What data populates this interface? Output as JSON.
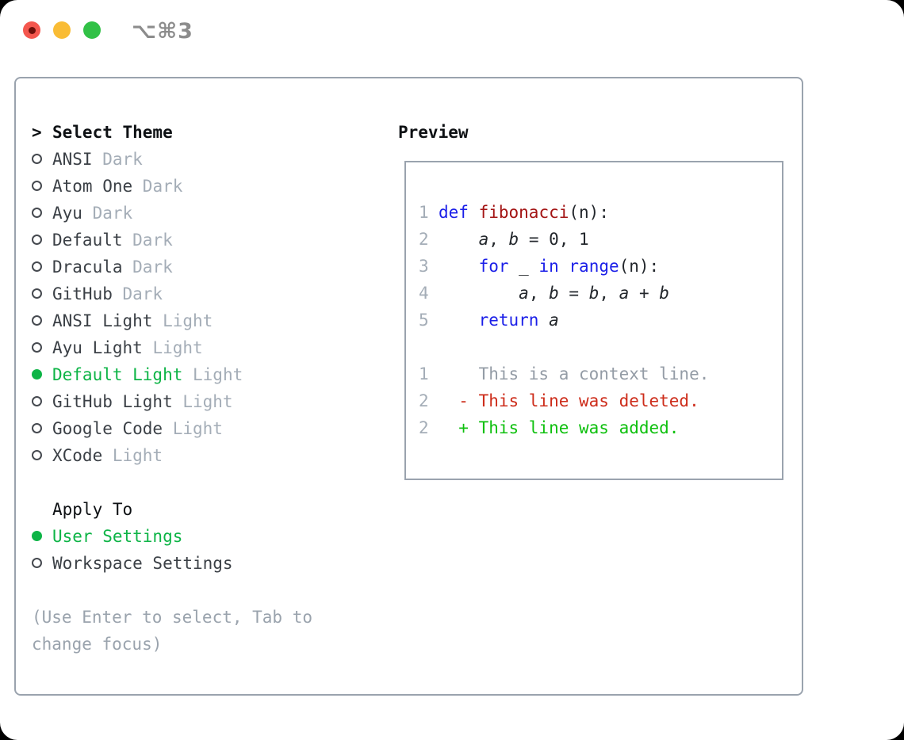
{
  "window": {
    "shortcut_label": "⌥⌘3",
    "traffic_lights": [
      "close",
      "minimize",
      "zoom"
    ]
  },
  "theme_panel": {
    "title_marker": ">",
    "title": "Select Theme",
    "items": [
      {
        "label": "ANSI",
        "variant": "Dark",
        "selected": false
      },
      {
        "label": "Atom One",
        "variant": "Dark",
        "selected": false
      },
      {
        "label": "Ayu",
        "variant": "Dark",
        "selected": false
      },
      {
        "label": "Default",
        "variant": "Dark",
        "selected": false
      },
      {
        "label": "Dracula",
        "variant": "Dark",
        "selected": false
      },
      {
        "label": "GitHub",
        "variant": "Dark",
        "selected": false
      },
      {
        "label": "ANSI Light",
        "variant": "Light",
        "selected": false
      },
      {
        "label": "Ayu Light",
        "variant": "Light",
        "selected": false
      },
      {
        "label": "Default Light",
        "variant": "Light",
        "selected": true
      },
      {
        "label": "GitHub Light",
        "variant": "Light",
        "selected": false
      },
      {
        "label": "Google Code",
        "variant": "Light",
        "selected": false
      },
      {
        "label": "XCode",
        "variant": "Light",
        "selected": false
      }
    ],
    "apply_to": {
      "title": "Apply To",
      "options": [
        {
          "label": "User Settings",
          "selected": true
        },
        {
          "label": "Workspace Settings",
          "selected": false
        }
      ]
    },
    "hint_lines": [
      "(Use Enter to select, Tab to",
      "change focus)"
    ]
  },
  "preview_panel": {
    "title": "Preview",
    "lines": [
      {
        "name": "code-line",
        "num": "1",
        "segments": [
          {
            "style": "keyword",
            "text": "def"
          },
          {
            "style": "plain",
            "text": " "
          },
          {
            "style": "function",
            "text": "fibonacci"
          },
          {
            "style": "plain",
            "text": "(n):"
          }
        ]
      },
      {
        "name": "code-line",
        "num": "2",
        "segments": [
          {
            "style": "plain",
            "text": "    "
          },
          {
            "style": "variable",
            "text": "a"
          },
          {
            "style": "plain",
            "text": ", "
          },
          {
            "style": "variable",
            "text": "b"
          },
          {
            "style": "plain",
            "text": " = 0, 1"
          }
        ]
      },
      {
        "name": "code-line",
        "num": "3",
        "segments": [
          {
            "style": "plain",
            "text": "    "
          },
          {
            "style": "keyword",
            "text": "for"
          },
          {
            "style": "plain",
            "text": " _ "
          },
          {
            "style": "keyword",
            "text": "in"
          },
          {
            "style": "plain",
            "text": " "
          },
          {
            "style": "keyword",
            "text": "range"
          },
          {
            "style": "plain",
            "text": "(n):"
          }
        ]
      },
      {
        "name": "code-line",
        "num": "4",
        "segments": [
          {
            "style": "plain",
            "text": "        "
          },
          {
            "style": "variable",
            "text": "a"
          },
          {
            "style": "plain",
            "text": ", "
          },
          {
            "style": "variable",
            "text": "b"
          },
          {
            "style": "plain",
            "text": " = "
          },
          {
            "style": "variable",
            "text": "b"
          },
          {
            "style": "plain",
            "text": ", "
          },
          {
            "style": "variable",
            "text": "a"
          },
          {
            "style": "plain",
            "text": " + "
          },
          {
            "style": "variable",
            "text": "b"
          }
        ]
      },
      {
        "name": "code-line",
        "num": "5",
        "segments": [
          {
            "style": "plain",
            "text": "    "
          },
          {
            "style": "keyword",
            "text": "return"
          },
          {
            "style": "plain",
            "text": " "
          },
          {
            "style": "variable",
            "text": "a"
          }
        ]
      },
      {
        "name": "blank-line",
        "num": "",
        "segments": []
      },
      {
        "name": "diff-context-line",
        "num": "1",
        "segments": [
          {
            "style": "context",
            "text": "    This is a context line."
          }
        ]
      },
      {
        "name": "diff-deleted-line",
        "num": "2",
        "segments": [
          {
            "style": "deleted",
            "text": "  - This line was deleted."
          }
        ]
      },
      {
        "name": "diff-added-line",
        "num": "2",
        "segments": [
          {
            "style": "added",
            "text": "  + This line was added."
          }
        ]
      }
    ]
  },
  "colors": {
    "outside-bg": "#000000",
    "window-bg": "#ffffff",
    "border": "#9aa3ae",
    "heading": "#0e1114",
    "label": "#3b4046",
    "muted": "#a4adb7",
    "hint": "#9aa3ad",
    "ui-green": "#0db446",
    "radio-outline": "#45494f",
    "keyword": "#1b1fe8",
    "function": "#a31414",
    "code-plain": "#23272c",
    "line-number": "#a4adb7",
    "diff-context": "#949ca6",
    "diff-deleted": "#cd2d1b",
    "diff-added": "#0fc00f",
    "traffic-red": "#f4574e",
    "traffic-red-dot": "#6e100a",
    "traffic-yellow": "#f9bc35",
    "traffic-green": "#31c146",
    "shortcut": "#8c8c8c"
  }
}
